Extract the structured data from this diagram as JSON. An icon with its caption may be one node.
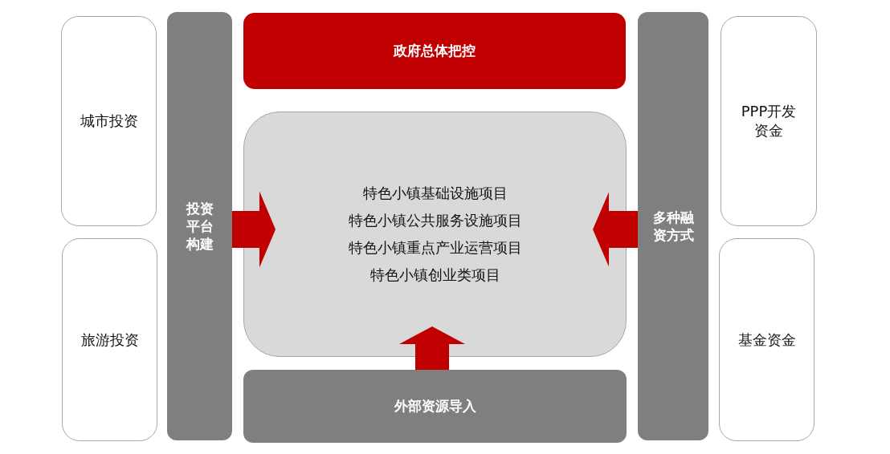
{
  "diagram": {
    "nodes": [
      {
        "text": [
          "城市投资"
        ]
      },
      {
        "text": [
          "旅游投资"
        ]
      },
      {
        "text": [
          "投资平台构建"
        ]
      },
      {
        "text": [
          "政府总体把控"
        ]
      },
      {
        "text": [
          "特色小镇基础设施项目",
          "特色小镇公共服务设施项目",
          "特色小镇重点产业运营项目",
          "特色小镇创业类项目"
        ]
      },
      {
        "text": [
          "外部资源导入"
        ]
      },
      {
        "text": [
          "多种融资方式"
        ]
      },
      {
        "text": [
          "PPP开发资金"
        ]
      },
      {
        "text": [
          "基金资金"
        ]
      }
    ],
    "edges": [
      {
        "from": 2,
        "to": 4,
        "arrow": "to"
      },
      {
        "from": 6,
        "to": 4,
        "arrow": "to"
      },
      {
        "from": 5,
        "to": 4,
        "arrow": "to"
      }
    ]
  }
}
